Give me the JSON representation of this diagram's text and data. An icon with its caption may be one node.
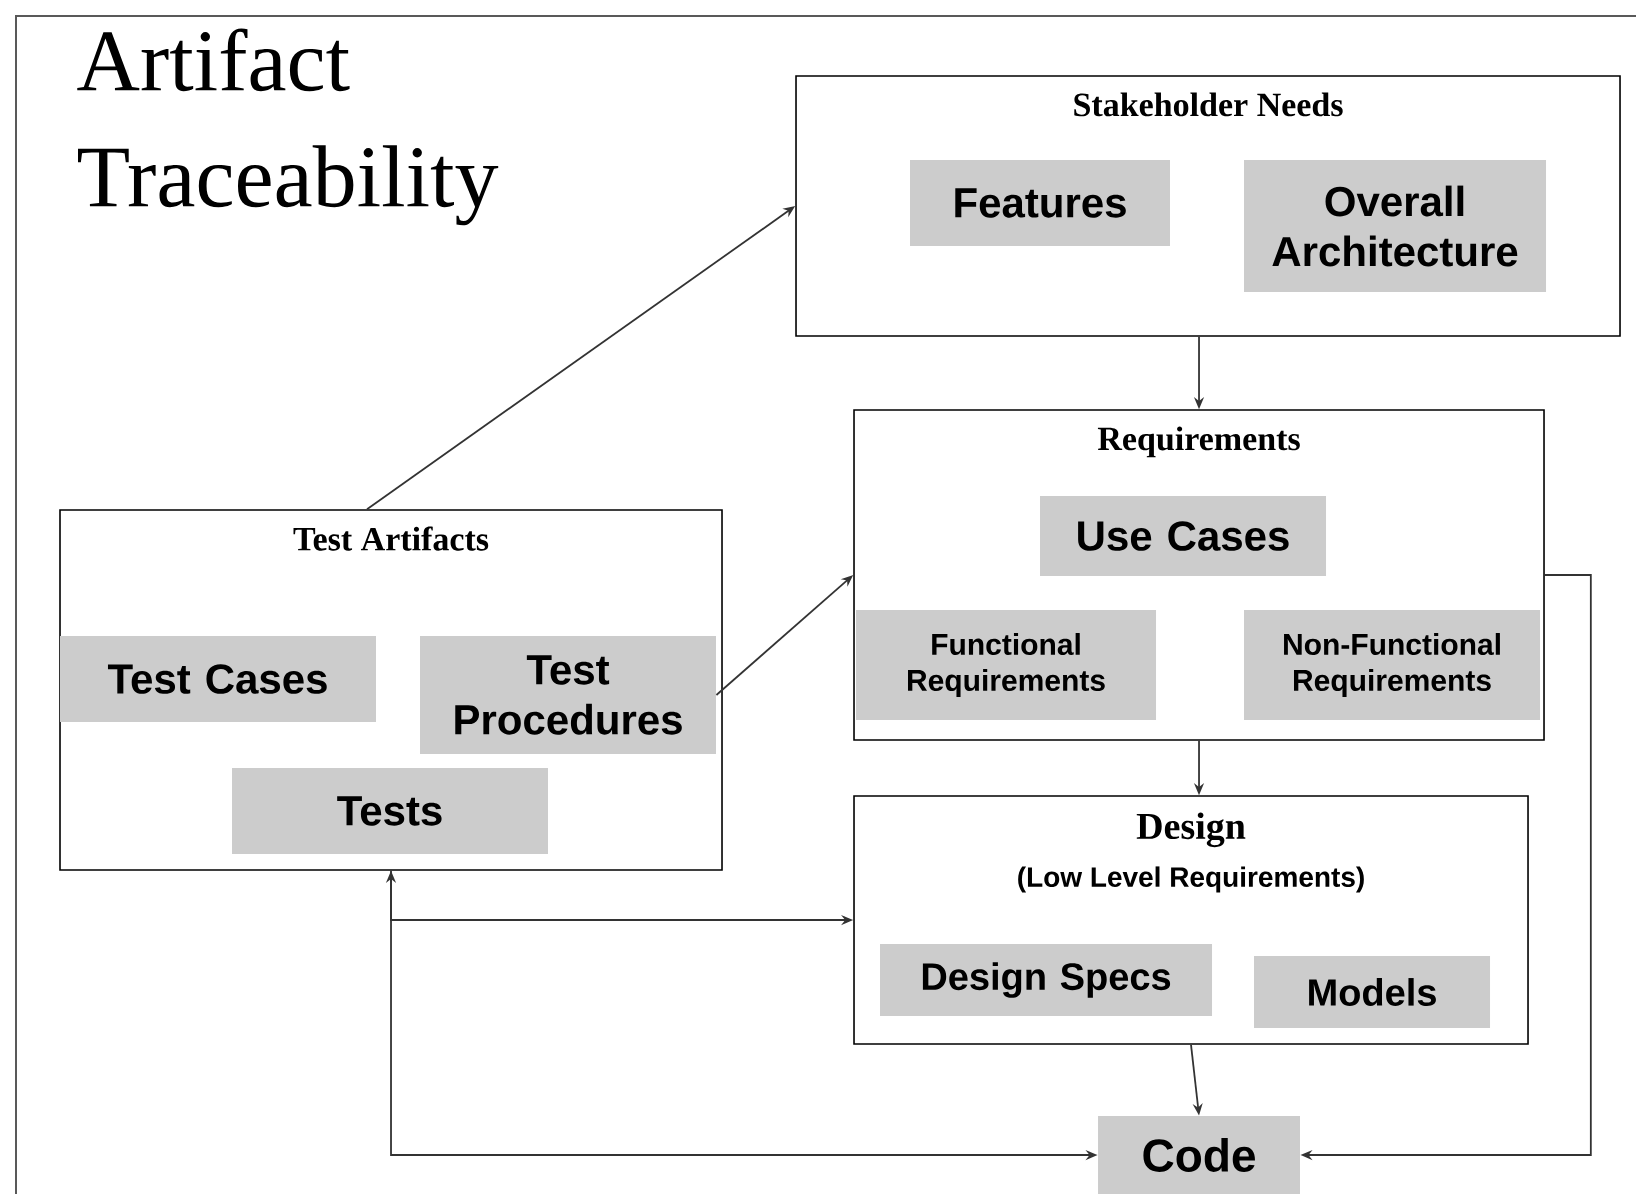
{
  "diagram": {
    "title": "Artifact Traceability",
    "nodes": [
      {
        "text": [
          "Stakeholder Needs"
        ]
      },
      {
        "text": [
          "Features"
        ],
        "in": 0
      },
      {
        "text": [
          "Overall Architecture"
        ],
        "in": 0
      },
      {
        "text": [
          "Requirements"
        ]
      },
      {
        "text": [
          "Use Cases"
        ],
        "in": 3
      },
      {
        "text": [
          "Functional Requirements"
        ],
        "in": 3
      },
      {
        "text": [
          "Non-Functional Requirements"
        ],
        "in": 3
      },
      {
        "text": [
          "Test Artifacts"
        ]
      },
      {
        "text": [
          "Test Cases"
        ],
        "in": 7
      },
      {
        "text": [
          "Test Procedures"
        ],
        "in": 7
      },
      {
        "text": [
          "Tests"
        ],
        "in": 7
      },
      {
        "text": [
          "Design",
          "(Low Level Requirements)"
        ]
      },
      {
        "text": [
          "Design Specs"
        ],
        "in": 11
      },
      {
        "text": [
          "Models"
        ],
        "in": 11
      },
      {
        "text": [
          "Code"
        ]
      }
    ],
    "edges": [
      {
        "from": 7,
        "to": 0,
        "arrow": "to"
      },
      {
        "from": 9,
        "to": 3,
        "arrow": "to"
      },
      {
        "from": 0,
        "to": 3,
        "arrow": "to"
      },
      {
        "from": 3,
        "to": 11,
        "arrow": "to"
      },
      {
        "from": 11,
        "to": 14,
        "arrow": "to"
      },
      {
        "from": 3,
        "to": 14,
        "arrow": "to"
      },
      {
        "from": 7,
        "to": 11,
        "arrow": "to"
      },
      {
        "from": 7,
        "to": 14,
        "arrow": "both"
      }
    ]
  }
}
